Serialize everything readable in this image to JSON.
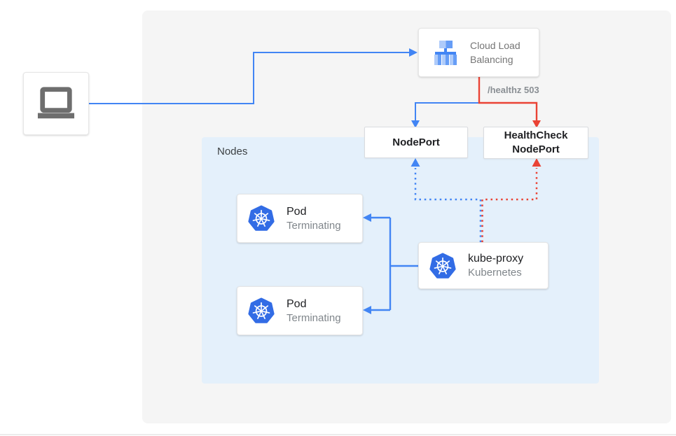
{
  "diagram": {
    "client": {
      "icon": "laptop-icon"
    },
    "cloud_load_balancing": {
      "label": "Cloud Load Balancing",
      "icon": "load-balancer-icon"
    },
    "healthz_label": "/healthz 503",
    "nodes_group": {
      "label": "Nodes"
    },
    "nodeport": {
      "label": "NodePort"
    },
    "healthcheck_nodeport": {
      "label": "HealthCheck NodePort"
    },
    "pods": [
      {
        "title": "Pod",
        "subtitle": "Terminating",
        "icon": "kubernetes-icon"
      },
      {
        "title": "Pod",
        "subtitle": "Terminating",
        "icon": "kubernetes-icon"
      }
    ],
    "kube_proxy": {
      "title": "kube-proxy",
      "subtitle": "Kubernetes",
      "icon": "kubernetes-icon"
    },
    "colors": {
      "blue": "#4285f4",
      "red": "#ea4335",
      "kubernetes_blue": "#326ce5",
      "nodes_background": "#e4f0fb",
      "panel_background": "#f5f5f5",
      "primary_text": "#202124",
      "secondary_text": "#80868b"
    }
  }
}
